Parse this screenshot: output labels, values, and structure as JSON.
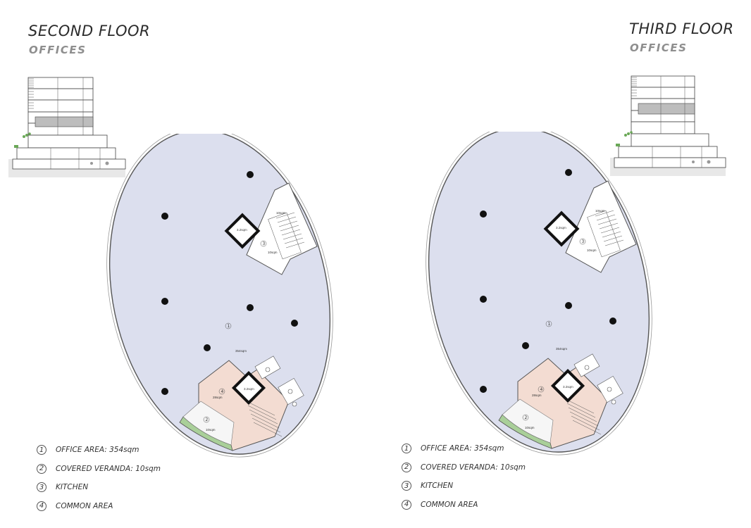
{
  "floors": [
    {
      "title": "SECOND FLOOR",
      "subtitle": "OFFICES",
      "plan_labels": {
        "office_area": "354sqm",
        "kitchen_stair_area": "10sqm",
        "kitchen_area": "10sqm",
        "kitchen_core": "3.2sqm",
        "common_core": "3.2sqm",
        "common_area": "28sqm",
        "veranda": "10sqm",
        "marker_office": "1",
        "marker_veranda": "2",
        "marker_kitchen": "3",
        "marker_common": "4"
      },
      "legend": [
        {
          "num": "1",
          "text": "OFFICE AREA: 354sqm"
        },
        {
          "num": "2",
          "text": "COVERED VERANDA: 10sqm"
        },
        {
          "num": "3",
          "text": "KITCHEN"
        },
        {
          "num": "4",
          "text": "COMMON AREA"
        }
      ]
    },
    {
      "title": "THIRD FLOOR",
      "subtitle": "OFFICES",
      "plan_labels": {
        "office_area": "354sqm",
        "kitchen_stair_area": "10sqm",
        "kitchen_area": "10sqm",
        "kitchen_core": "3.2sqm",
        "common_core": "3.2sqm",
        "common_area": "28sqm",
        "veranda": "10sqm",
        "marker_office": "1",
        "marker_veranda": "2",
        "marker_kitchen": "3",
        "marker_common": "4"
      },
      "legend": [
        {
          "num": "1",
          "text": "OFFICE AREA: 354sqm"
        },
        {
          "num": "2",
          "text": "COVERED VERANDA: 10sqm"
        },
        {
          "num": "3",
          "text": "KITCHEN"
        },
        {
          "num": "4",
          "text": "COMMON AREA"
        }
      ]
    }
  ],
  "colors": {
    "office": "#dcdfee",
    "common": "#f3dcd2",
    "veranda_planter": "#a9cf99",
    "wall": "#111111",
    "outline": "#888888",
    "section_highlight": "#bdbdbd"
  }
}
